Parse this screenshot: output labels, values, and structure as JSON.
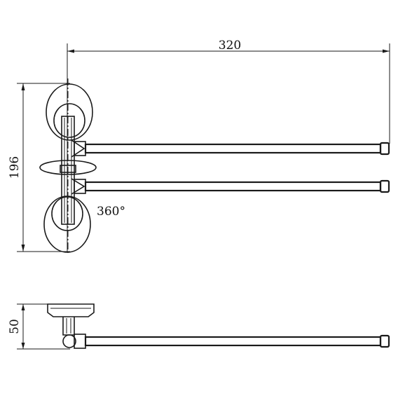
{
  "drawing": {
    "dimensions": {
      "width": "320",
      "height_front": "196",
      "height_side": "50"
    },
    "rotation_label": "360°"
  }
}
